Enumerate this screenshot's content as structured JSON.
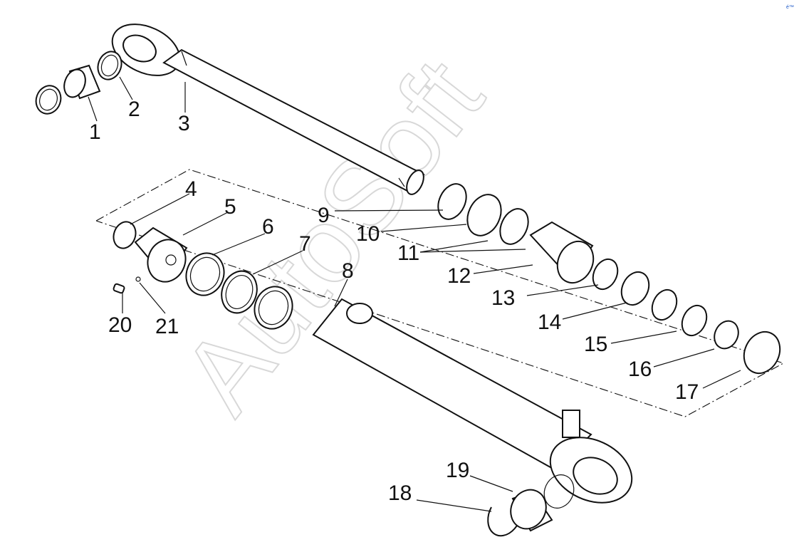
{
  "watermark": "AutoSoft",
  "corner_mark": "é™",
  "callouts": [
    {
      "label": "1"
    },
    {
      "label": "2"
    },
    {
      "label": "3"
    },
    {
      "label": "4"
    },
    {
      "label": "5"
    },
    {
      "label": "6"
    },
    {
      "label": "7"
    },
    {
      "label": "8"
    },
    {
      "label": "9"
    },
    {
      "label": "10"
    },
    {
      "label": "11"
    },
    {
      "label": "12"
    },
    {
      "label": "13"
    },
    {
      "label": "14"
    },
    {
      "label": "15"
    },
    {
      "label": "16"
    },
    {
      "label": "17"
    },
    {
      "label": "18"
    },
    {
      "label": "19"
    },
    {
      "label": "20"
    },
    {
      "label": "21"
    }
  ]
}
